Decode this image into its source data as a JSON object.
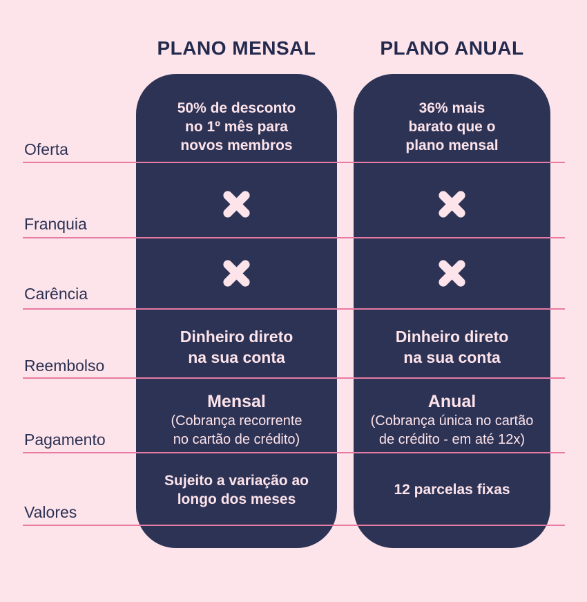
{
  "colors": {
    "background": "#fde3ea",
    "column": "#2d3355",
    "separator_line": "#e87ba3",
    "header_text": "#232a4d",
    "cell_text": "#fde3ea"
  },
  "row_labels": [
    "Oferta",
    "Franquia",
    "Carência",
    "Reembolso",
    "Pagamento",
    "Valores"
  ],
  "columns": [
    {
      "header": "PLANO MENSAL",
      "rows": {
        "oferta": "50% de desconto\nno 1º mês para\nnovos membros",
        "franquia": "x-mark",
        "carencia": "x-mark",
        "reembolso": "Dinheiro direto\nna sua conta",
        "pagamento_title": "Mensal",
        "pagamento_sub": "(Cobrança recorrente\nno cartão de crédito)",
        "valores": "Sujeito a variação ao\nlongo dos meses"
      }
    },
    {
      "header": "PLANO ANUAL",
      "rows": {
        "oferta": "36% mais\nbarato que o\nplano mensal",
        "franquia": "x-mark",
        "carencia": "x-mark",
        "reembolso": "Dinheiro direto\nna sua conta",
        "pagamento_title": "Anual",
        "pagamento_sub": "(Cobrança única no cartão\nde crédito - em até 12x)",
        "valores": "12 parcelas fixas"
      }
    }
  ],
  "chart_data": {
    "type": "table",
    "columns": [
      "",
      "PLANO MENSAL",
      "PLANO ANUAL"
    ],
    "rows": [
      [
        "Oferta",
        "50% de desconto no 1º mês para novos membros",
        "36% mais barato que o plano mensal"
      ],
      [
        "Franquia",
        "✖",
        "✖"
      ],
      [
        "Carência",
        "✖",
        "✖"
      ],
      [
        "Reembolso",
        "Dinheiro direto na sua conta",
        "Dinheiro direto na sua conta"
      ],
      [
        "Pagamento",
        "Mensal (Cobrança recorrente no cartão de crédito)",
        "Anual (Cobrança única no cartão de crédito - em até 12x)"
      ],
      [
        "Valores",
        "Sujeito a variação ao longo dos meses",
        "12 parcelas fixas"
      ]
    ]
  }
}
